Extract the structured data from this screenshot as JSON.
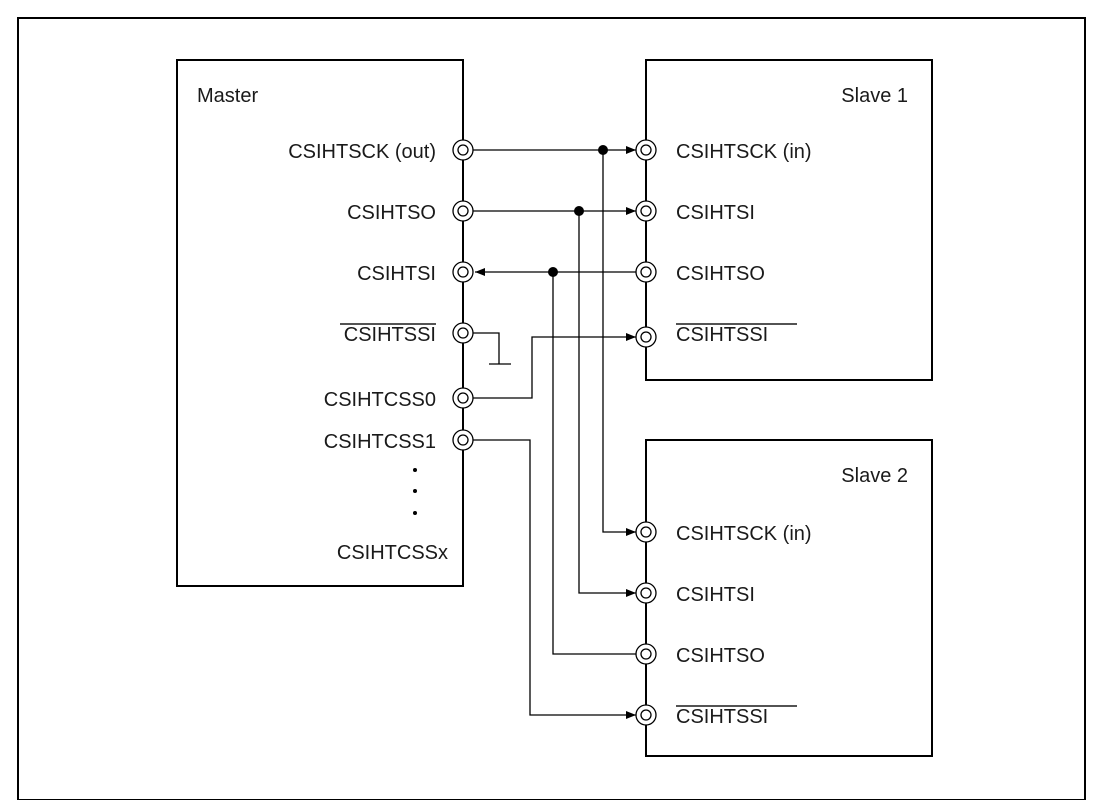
{
  "master": {
    "title": "Master",
    "pins": {
      "sck": "CSIHTSCK (out)",
      "so": "CSIHTSO",
      "si": "CSIHTSI",
      "ssi": "CSIHTSSI",
      "css0": "CSIHTCSS0",
      "css1": "CSIHTCSS1",
      "cssx": "CSIHTCSSx"
    }
  },
  "slave1": {
    "title": "Slave 1",
    "pins": {
      "sck": "CSIHTSCK (in)",
      "si": "CSIHTSI",
      "so": "CSIHTSO",
      "ssi": "CSIHTSSI"
    }
  },
  "slave2": {
    "title": "Slave 2",
    "pins": {
      "sck": "CSIHTSCK (in)",
      "si": "CSIHTSI",
      "so": "CSIHTSO",
      "ssi": "CSIHTSSI"
    }
  },
  "colors": {
    "line": "#000000",
    "text": "#1a1a1a",
    "background": "#ffffff"
  }
}
